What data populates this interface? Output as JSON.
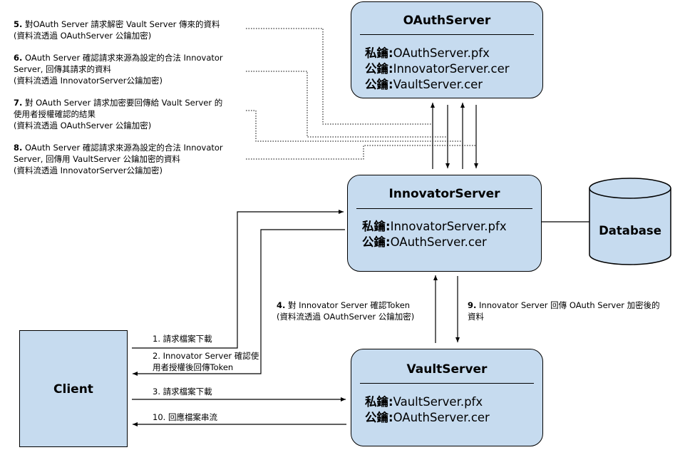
{
  "oauth_server": {
    "title": "OAuthServer",
    "lines": [
      {
        "key": "私鑰:",
        "value": "OAuthServer.pfx"
      },
      {
        "key": "公鑰:",
        "value": "InnovatorServer.cer"
      },
      {
        "key": "公鑰:",
        "value": "VaultServer.cer"
      }
    ]
  },
  "innovator_server": {
    "title": "InnovatorServer",
    "lines": [
      {
        "key": "私鑰:",
        "value": "InnovatorServer.pfx"
      },
      {
        "key": "公鑰:",
        "value": "OAuthServer.cer"
      }
    ]
  },
  "vault_server": {
    "title": "VaultServer",
    "lines": [
      {
        "key": "私鑰:",
        "value": "VaultServer.pfx"
      },
      {
        "key": "公鑰:",
        "value": "OAuthServer.cer"
      }
    ]
  },
  "database": {
    "label": "Database"
  },
  "client": {
    "label": "Client"
  },
  "notes": {
    "n5": {
      "num": "5.",
      "line1": " 對OAuth Server 請求解密 Vault Server 傳來的資料",
      "line2": "(資料流透過 OAuthServer 公鑰加密)"
    },
    "n6": {
      "num": "6.",
      "line1": " OAuth Server 確認請求來源為設定的合法 Innovator",
      "line2": "Server, 回傳其請求的資料",
      "line3": "(資料流透過 InnovatorServer公鑰加密)"
    },
    "n7": {
      "num": "7.",
      "line1": " 對 OAuth Server 請求加密要回傳給 Vault Server 的",
      "line2": "使用者授權確認的結果",
      "line3": "(資料流透過 OAuthServer 公鑰加密)"
    },
    "n8": {
      "num": "8.",
      "line1": " OAuth Server 確認請求來源為設定的合法 Innovator",
      "line2": "Server, 回傳用 VaultServer 公鑰加密的資料",
      "line3": "(資料流透過 InnovatorServer公鑰加密)"
    },
    "n4": {
      "num": "4.",
      "line1": " 對 Innovator Server 確認Token",
      "line2": "(資料流透過 OAuthServer 公鑰加密)"
    },
    "n9": {
      "num": "9.",
      "line1": " Innovator Server 回傳 OAuth Server 加密後的",
      "line2": "資料"
    }
  },
  "flows": {
    "f1": "1. 請求檔案下載",
    "f2_line1": "2. Innovator Server 確認使",
    "f2_line2": "用者授權後回傳Token",
    "f3": "3. 請求檔案下載",
    "f10": "10. 回應檔案串流"
  }
}
